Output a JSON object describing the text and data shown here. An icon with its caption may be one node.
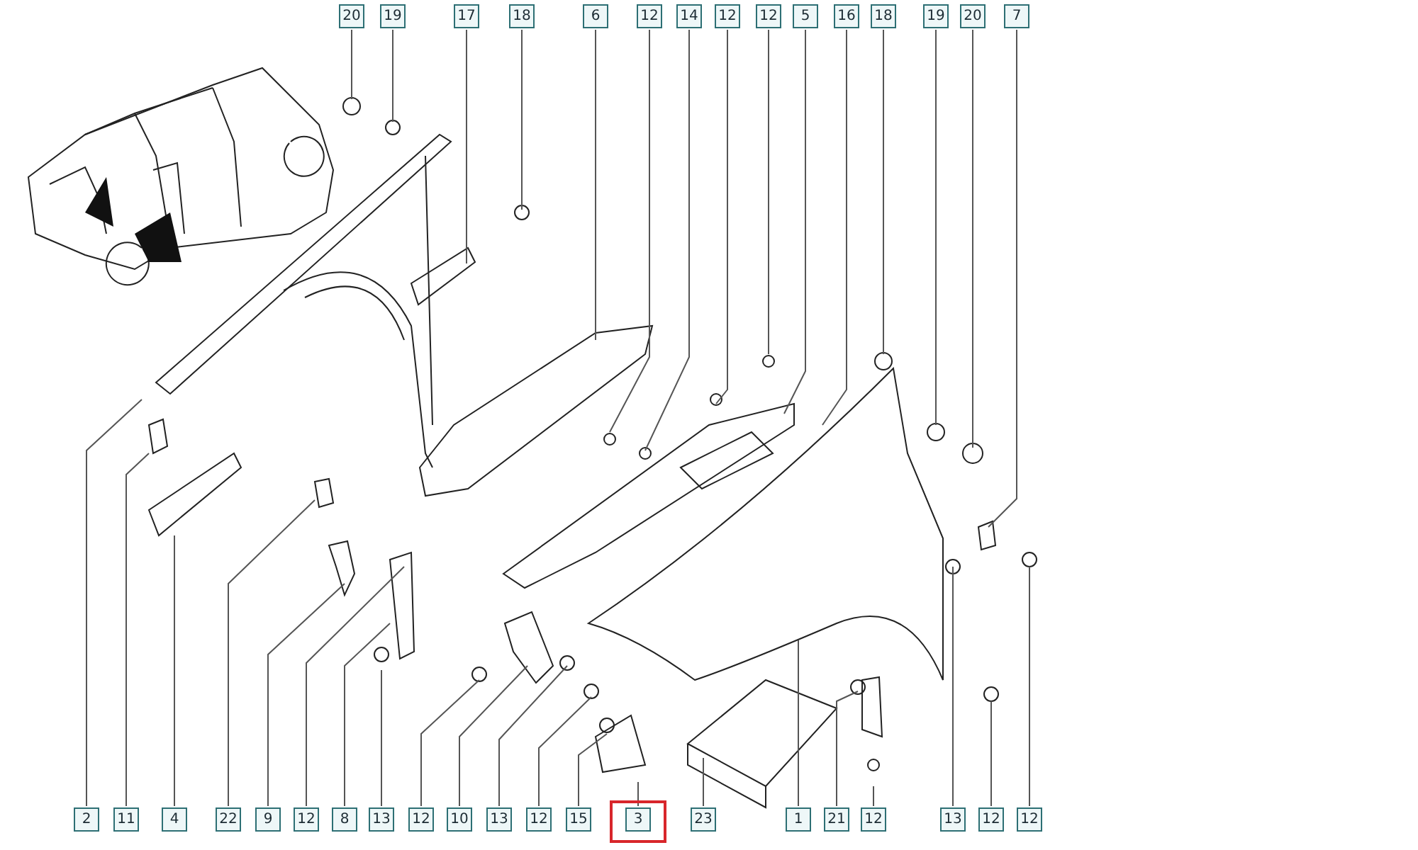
{
  "diagram": {
    "nodes": [
      {
        "text": [
          "20"
        ]
      },
      {
        "text": [
          "19"
        ]
      },
      {
        "text": [
          "17"
        ]
      },
      {
        "text": [
          "18"
        ]
      },
      {
        "text": [
          "6"
        ]
      },
      {
        "text": [
          "12"
        ]
      },
      {
        "text": [
          "14"
        ]
      },
      {
        "text": [
          "12"
        ]
      },
      {
        "text": [
          "12"
        ]
      },
      {
        "text": [
          "5"
        ]
      },
      {
        "text": [
          "16"
        ]
      },
      {
        "text": [
          "18"
        ]
      },
      {
        "text": [
          "19"
        ]
      },
      {
        "text": [
          "20"
        ]
      },
      {
        "text": [
          "7"
        ]
      },
      {
        "text": [
          "2"
        ]
      },
      {
        "text": [
          "11"
        ]
      },
      {
        "text": [
          "4"
        ]
      },
      {
        "text": [
          "22"
        ]
      },
      {
        "text": [
          "9"
        ]
      },
      {
        "text": [
          "12"
        ]
      },
      {
        "text": [
          "8"
        ]
      },
      {
        "text": [
          "13"
        ]
      },
      {
        "text": [
          "12"
        ]
      },
      {
        "text": [
          "10"
        ]
      },
      {
        "text": [
          "13"
        ]
      },
      {
        "text": [
          "12"
        ]
      },
      {
        "text": [
          "15"
        ]
      },
      {
        "text": [
          "3"
        ]
      },
      {
        "text": [
          "23"
        ]
      },
      {
        "text": [
          "1"
        ]
      },
      {
        "text": [
          "21"
        ]
      },
      {
        "text": [
          "12"
        ]
      },
      {
        "text": [
          "13"
        ]
      },
      {
        "text": [
          "12"
        ]
      },
      {
        "text": [
          "12"
        ]
      }
    ],
    "edges": [
      {
        "from": 0,
        "to": null,
        "arrow": "none"
      },
      {
        "from": 1,
        "to": null,
        "arrow": "none"
      },
      {
        "from": 2,
        "to": null,
        "arrow": "none"
      },
      {
        "from": 3,
        "to": null,
        "arrow": "none"
      },
      {
        "from": 4,
        "to": null,
        "arrow": "none"
      },
      {
        "from": 5,
        "to": null,
        "arrow": "none"
      },
      {
        "from": 6,
        "to": null,
        "arrow": "none"
      },
      {
        "from": 7,
        "to": null,
        "arrow": "none"
      },
      {
        "from": 8,
        "to": null,
        "arrow": "none"
      },
      {
        "from": 9,
        "to": null,
        "arrow": "none"
      },
      {
        "from": 10,
        "to": null,
        "arrow": "none"
      },
      {
        "from": 11,
        "to": null,
        "arrow": "none"
      },
      {
        "from": 12,
        "to": null,
        "arrow": "none"
      },
      {
        "from": 13,
        "to": null,
        "arrow": "none"
      },
      {
        "from": 14,
        "to": null,
        "arrow": "none"
      },
      {
        "from": 15,
        "to": null,
        "arrow": "none"
      },
      {
        "from": 16,
        "to": null,
        "arrow": "none"
      },
      {
        "from": 17,
        "to": null,
        "arrow": "none"
      },
      {
        "from": 18,
        "to": null,
        "arrow": "none"
      },
      {
        "from": 19,
        "to": null,
        "arrow": "none"
      },
      {
        "from": 20,
        "to": null,
        "arrow": "none"
      },
      {
        "from": 21,
        "to": null,
        "arrow": "none"
      },
      {
        "from": 22,
        "to": null,
        "arrow": "none"
      },
      {
        "from": 23,
        "to": null,
        "arrow": "none"
      },
      {
        "from": 24,
        "to": null,
        "arrow": "none"
      },
      {
        "from": 25,
        "to": null,
        "arrow": "none"
      },
      {
        "from": 26,
        "to": null,
        "arrow": "none"
      },
      {
        "from": 27,
        "to": null,
        "arrow": "none"
      },
      {
        "from": 28,
        "to": null,
        "arrow": "none"
      },
      {
        "from": 29,
        "to": null,
        "arrow": "none"
      },
      {
        "from": 30,
        "to": null,
        "arrow": "none"
      },
      {
        "from": 31,
        "to": null,
        "arrow": "none"
      },
      {
        "from": 32,
        "to": null,
        "arrow": "none"
      },
      {
        "from": 33,
        "to": null,
        "arrow": "none"
      },
      {
        "from": 34,
        "to": null,
        "arrow": "none"
      },
      {
        "from": 35,
        "to": null,
        "arrow": "none"
      }
    ]
  }
}
